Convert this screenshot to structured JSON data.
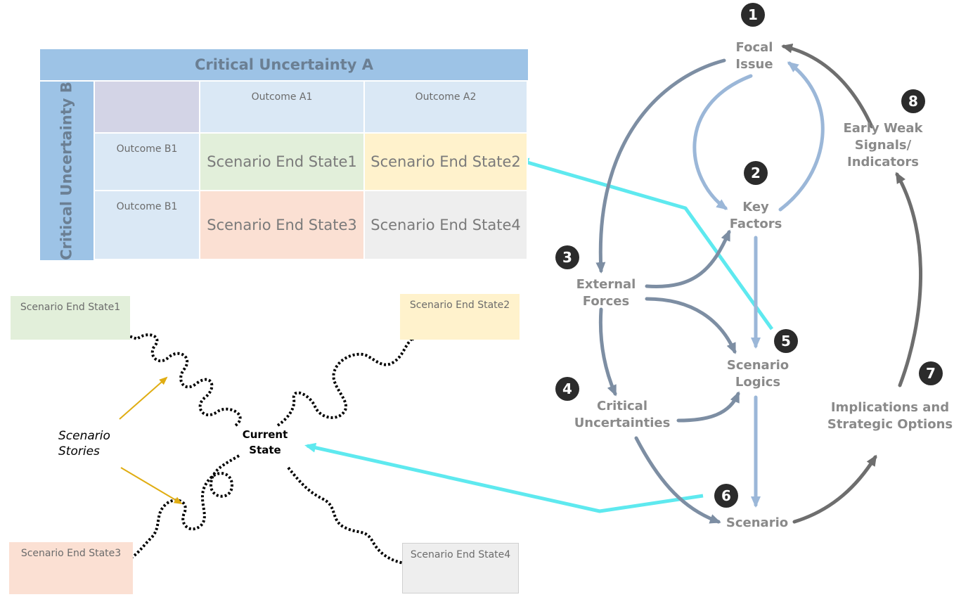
{
  "matrix": {
    "header_a": "Critical Uncertainty A",
    "header_b": "Critical Uncertainty B",
    "outcome_a1": "Outcome A1",
    "outcome_a2": "Outcome A2",
    "outcome_b1_first": "Outcome B1",
    "outcome_b1_second": "Outcome B1",
    "cells": [
      "Scenario End State1",
      "Scenario End State2",
      "Scenario End State3",
      "Scenario End State4"
    ],
    "colors": {
      "header": "#9dc3e6",
      "outcome": "#dae8f5",
      "state1": "#e2efda",
      "state2": "#fff2cc",
      "state3": "#fbe0d3",
      "state4": "#eeeeee"
    }
  },
  "paths": {
    "boxes": [
      "Scenario End State1",
      "Scenario End State2",
      "Scenario End State3",
      "Scenario End State4"
    ],
    "current_state": "Current State",
    "stories_label": "Scenario Stories"
  },
  "cycle": {
    "steps": [
      {
        "num": "1",
        "label": "Focal Issue"
      },
      {
        "num": "2",
        "label": "Key Factors"
      },
      {
        "num": "3",
        "label": "External Forces"
      },
      {
        "num": "4",
        "label": "Critical Uncertainties"
      },
      {
        "num": "5",
        "label": "Scenario Logics"
      },
      {
        "num": "6",
        "label": "Scenario"
      },
      {
        "num": "7",
        "label": "Implications and Strategic Options"
      },
      {
        "num": "8",
        "label": "Early Weak Signals/ Indicators"
      }
    ]
  },
  "colors": {
    "connector": "#5ee9ef",
    "story_arrow": "#e0ad12",
    "cycle_text": "#8a8a8a"
  }
}
